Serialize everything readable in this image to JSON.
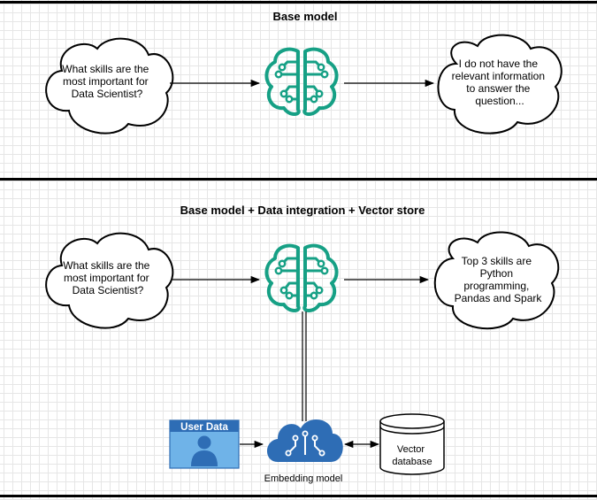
{
  "sections": [
    {
      "title": "Base model",
      "question_lines": [
        "What skills are the",
        "most important for",
        "Data Scientist?"
      ],
      "answer_lines": [
        "I do not have the",
        "relevant information",
        "to answer the",
        "question..."
      ]
    },
    {
      "title": "Base model + Data integration + Vector store",
      "question_lines": [
        "What skills are the",
        "most important for",
        "Data Scientist?"
      ],
      "answer_lines": [
        "Top 3 skills are",
        "Python",
        "programming,",
        "Pandas and Spark"
      ]
    }
  ],
  "user_data_label": "User Data",
  "embedding_label": "Embedding model",
  "vector_db_lines": [
    "Vector",
    "database"
  ],
  "icons": [
    "brain-circuit-icon",
    "user-icon",
    "cloud-circuit-icon",
    "database-cylinder-icon"
  ],
  "colors": {
    "brain": "#16a085",
    "cloud_blue": "#2e6db5",
    "user_panel": "#6fb3e8"
  }
}
